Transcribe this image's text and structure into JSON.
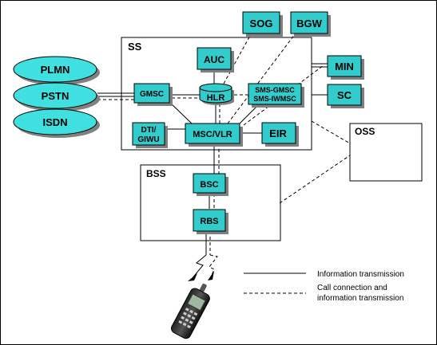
{
  "diagram": {
    "groups": {
      "ss": "SS",
      "bss": "BSS",
      "oss": "OSS"
    },
    "networks": {
      "plmn": "PLMN",
      "pstn": "PSTN",
      "isdn": "ISDN"
    },
    "nodes": {
      "sog": "SOG",
      "bgw": "BGW",
      "auc": "AUC",
      "hlr": "HLR",
      "gmsc": "GMSC",
      "sms_gmsc_line1": "SMS-GMSC",
      "sms_gmsc_line2": "SMS-IWMSC",
      "min": "MIN",
      "sc": "SC",
      "dti_line1": "DTI/",
      "dti_line2": "GIWU",
      "msc_vlr": "MSC/VLR",
      "eir": "EIR",
      "bsc": "BSC",
      "rbs": "RBS"
    },
    "legend": {
      "solid": "Information transmission",
      "dashed_line1": "Call connection and",
      "dashed_line2": "information transmission"
    }
  },
  "colors": {
    "box_fill": "#33cccc",
    "ellipse_fill": "#40e0e0",
    "shadow": "#808080",
    "line": "#000000"
  }
}
